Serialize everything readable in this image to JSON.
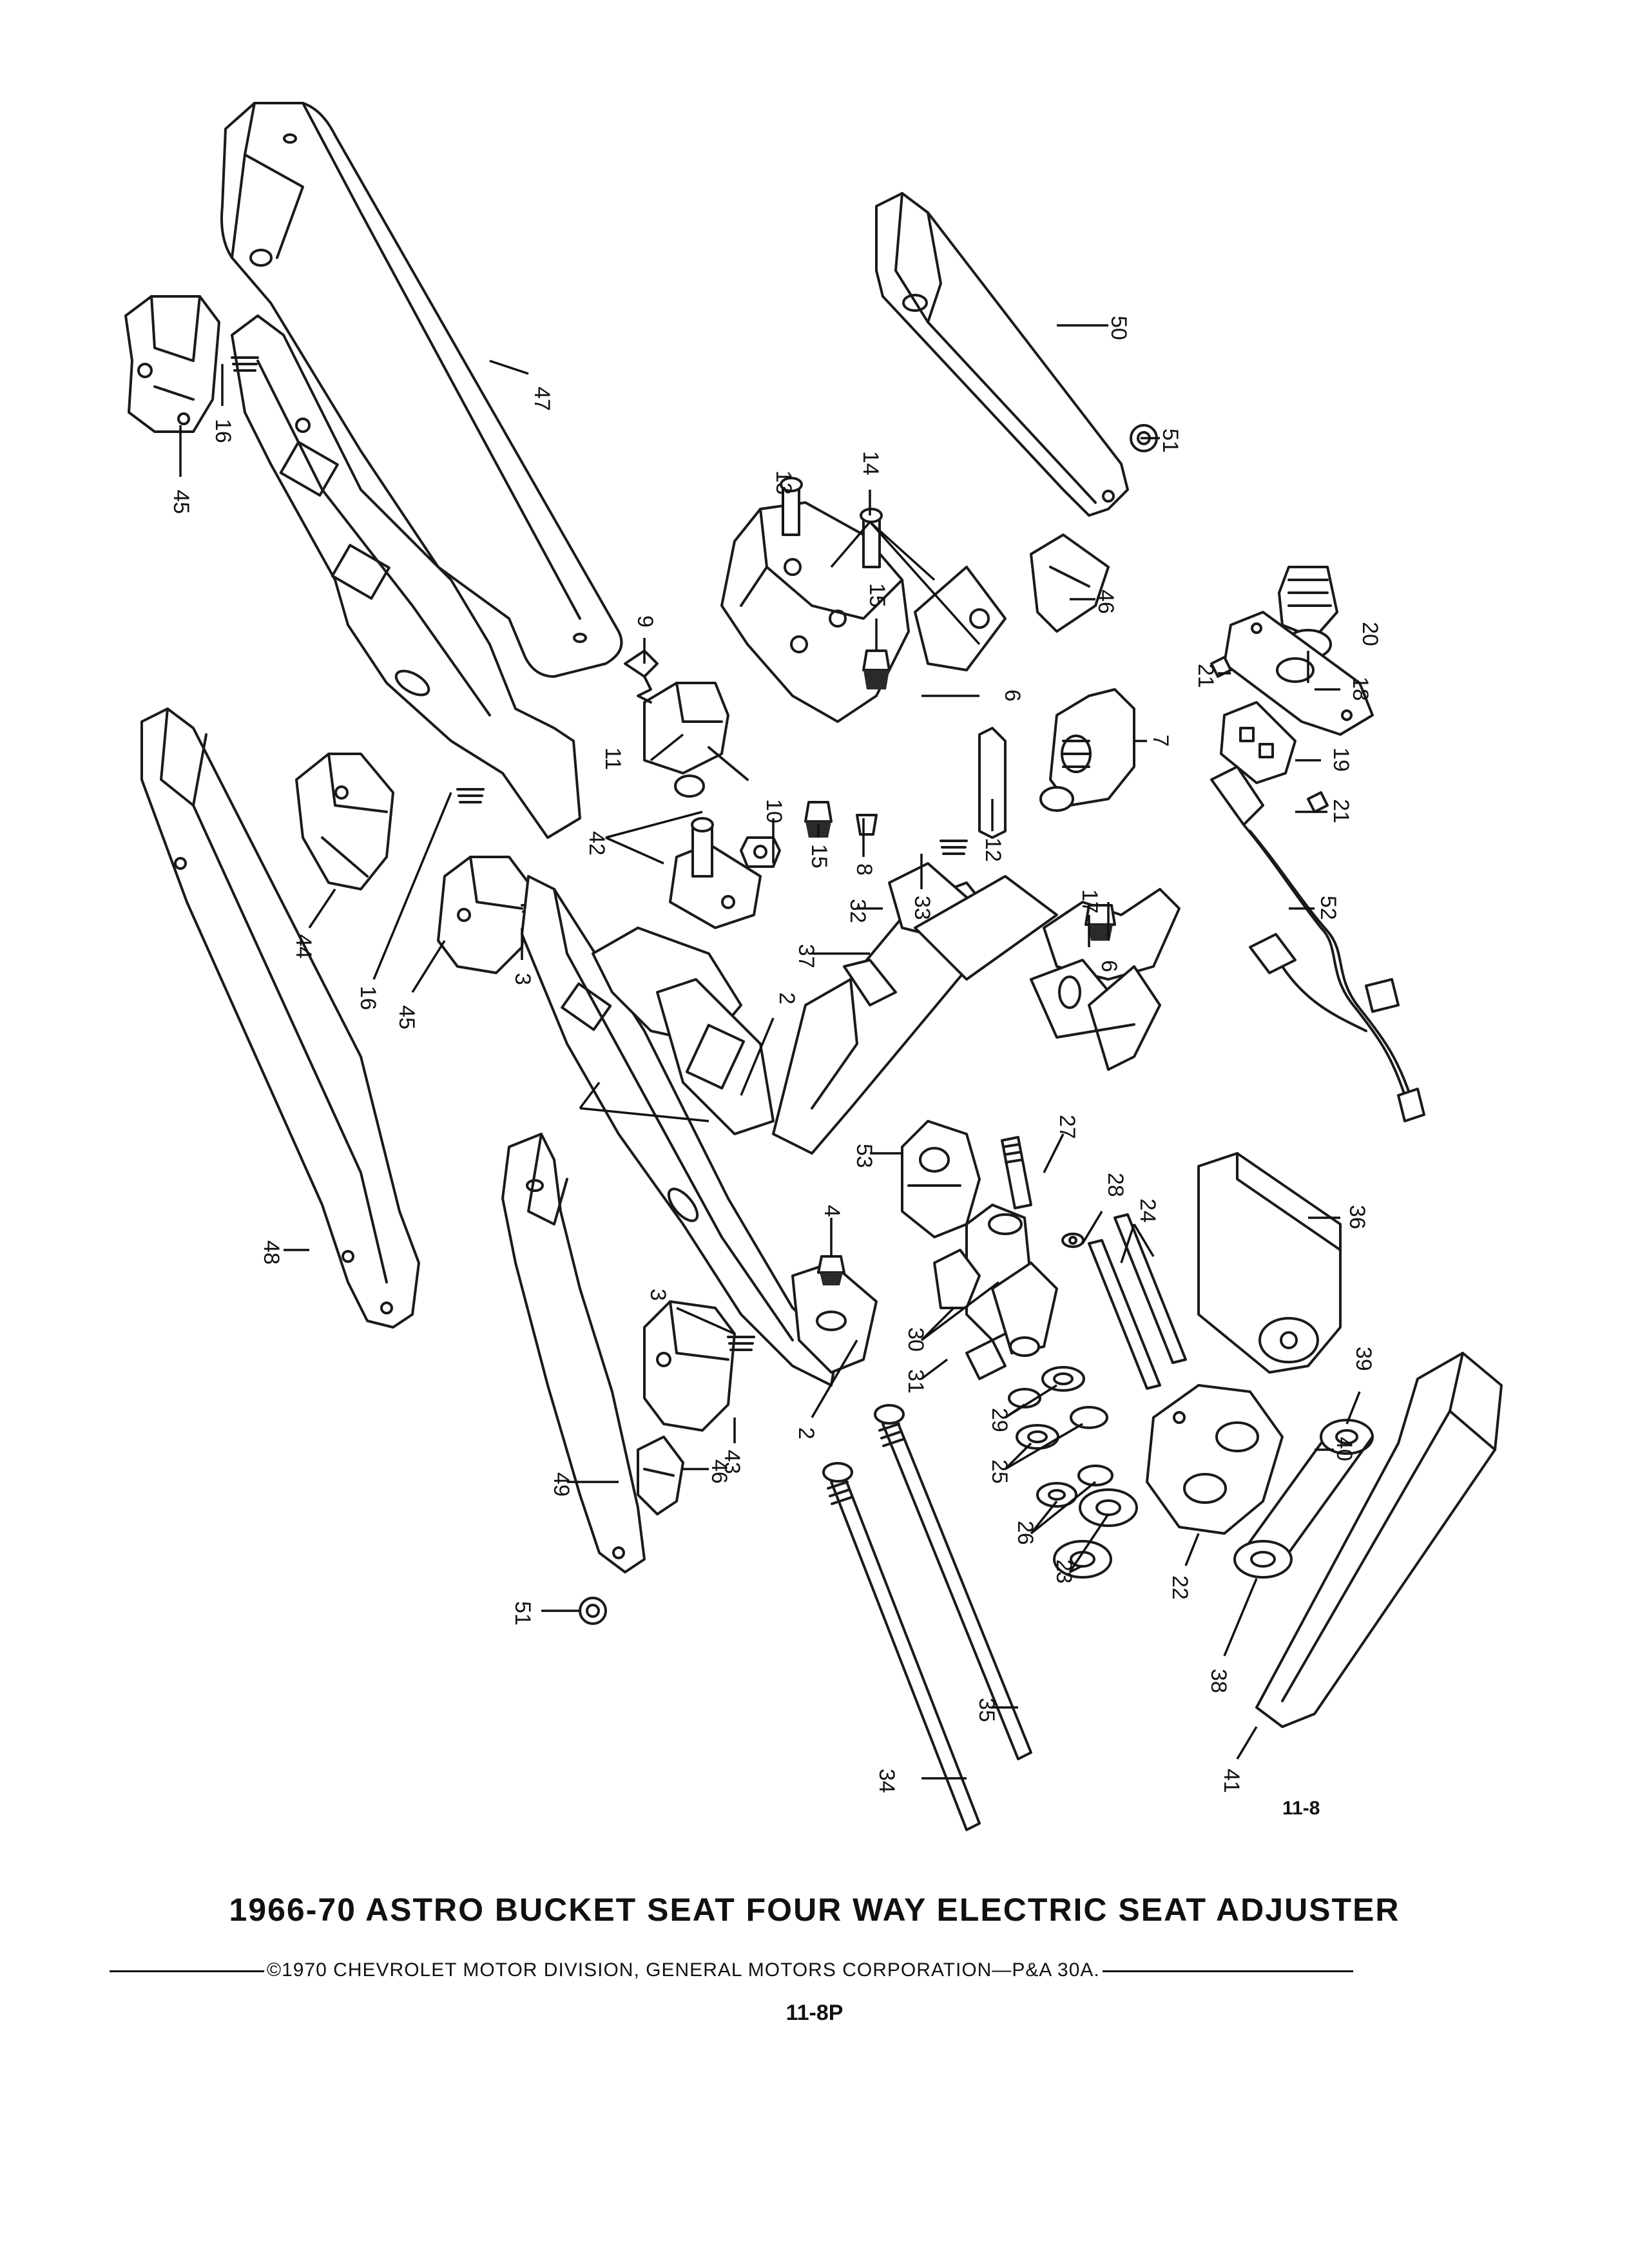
{
  "title": "1966-70 ASTRO BUCKET SEAT FOUR WAY ELECTRIC SEAT ADJUSTER",
  "copyright": "©1970 CHEVROLET MOTOR DIVISION, GENERAL MOTORS CORPORATION—P&A 30A.",
  "page_number": "11-8P",
  "figure_ref": "11-8",
  "callouts": {
    "c47": "47",
    "c45a": "45",
    "c16a": "16",
    "c50": "50",
    "c51a": "51",
    "c13": "13",
    "c14": "14",
    "c9": "9",
    "c15a": "15",
    "c46a": "46",
    "c20": "20",
    "c21a": "21",
    "c18": "18",
    "c19": "19",
    "c21b": "21",
    "c6a": "6",
    "c7": "7",
    "c11": "11",
    "c10": "10",
    "c15b": "15",
    "c8": "8",
    "c12": "12",
    "c33": "33",
    "c42": "42",
    "c44": "44",
    "c17": "17",
    "c6b": "6",
    "c52": "52",
    "c32": "32",
    "c16b": "16",
    "c45b": "45",
    "c3a": "3",
    "c37": "37",
    "c2a": "2",
    "c48": "48",
    "c53": "53",
    "c27": "27",
    "c28": "28",
    "c24": "24",
    "c36": "36",
    "c4": "4",
    "c3b": "3",
    "c30": "30",
    "c31": "31",
    "c39": "39",
    "c29": "29",
    "c40": "40",
    "c25": "25",
    "c2b": "2",
    "c43": "43",
    "c46b": "46",
    "c49": "49",
    "c26": "26",
    "c23": "23",
    "c22": "22",
    "c51b": "51",
    "c38": "38",
    "c35": "35",
    "c34": "34",
    "c41": "41"
  }
}
